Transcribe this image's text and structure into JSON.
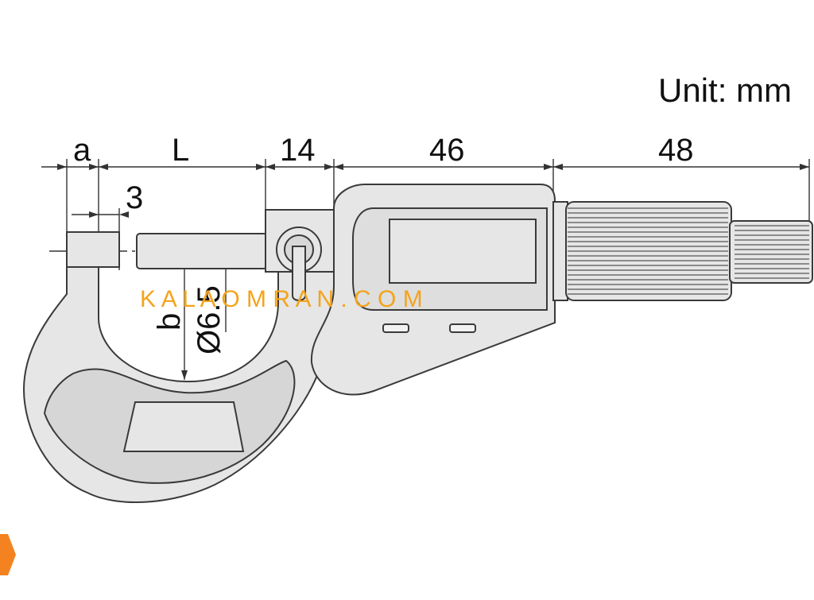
{
  "unit_label": "Unit: mm",
  "dimensions": {
    "a": "a",
    "L": "L",
    "frame_depth": "14",
    "display_length": "46",
    "thimble_length": "48",
    "anvil_offset": "3",
    "b": "b",
    "spindle_diameter": "Ø6.5"
  },
  "watermark": {
    "text": "K A L A O M R A N . C O M",
    "color": "#f4a31c"
  },
  "colors": {
    "body_fill": "#e6e6e6",
    "outline": "#3a3a3a",
    "accent": "#f58220"
  },
  "icons": [
    "micrometer-drawing",
    "logo-mark-icon"
  ]
}
